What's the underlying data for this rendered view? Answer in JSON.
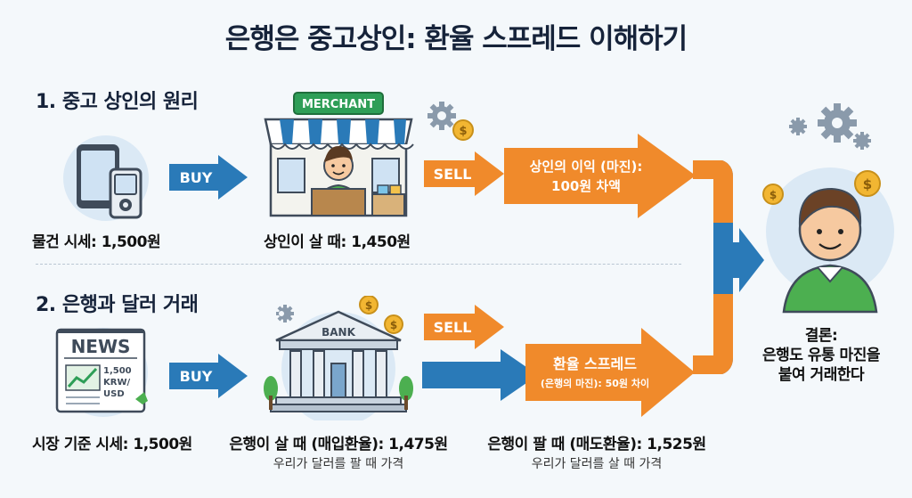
{
  "title": "은행은 중고상인: 환율 스프레드 이해하기",
  "section1": {
    "heading": "1. 중고 상인의 원리",
    "item_label": "물건 시세: 1,500원",
    "buy": "BUY",
    "store_sign": "MERCHANT",
    "merchant_label": "상인이 살 때: 1,450원",
    "sell": "SELL",
    "profit_line1": "상인의 이익 (마진):",
    "profit_line2": "100원 차액"
  },
  "section2": {
    "heading": "2. 은행과 달러 거래",
    "news_title": "NEWS",
    "news_line1": "1,500",
    "news_line2": "KRW/",
    "news_line3": "USD",
    "market_label": "시장 기준 시세: 1,500원",
    "buy": "BUY",
    "bank_sign": "BANK",
    "bank_buy_label": "은행이 살 때 (매입환율): 1,475원",
    "bank_buy_sub": "우리가 달러를 팔 때 가격",
    "sell": "SELL",
    "spread_line1": "환율 스프레드",
    "spread_line2": "(은행의 마진): 50원 차이",
    "bank_sell_label": "은행이 팔 때 (매도환율): 1,525원",
    "bank_sell_sub": "우리가 달러를 살 때 가격"
  },
  "conclusion": {
    "line1": "결론:",
    "line2": "은행도 유통 마진을",
    "line3": "붙여 거래한다"
  },
  "colors": {
    "blue_arrow": "#2a7ab8",
    "orange_arrow": "#f08a2b",
    "coin": "#f2b632",
    "gear": "#8a9aab",
    "shirt": "#4caf50"
  }
}
